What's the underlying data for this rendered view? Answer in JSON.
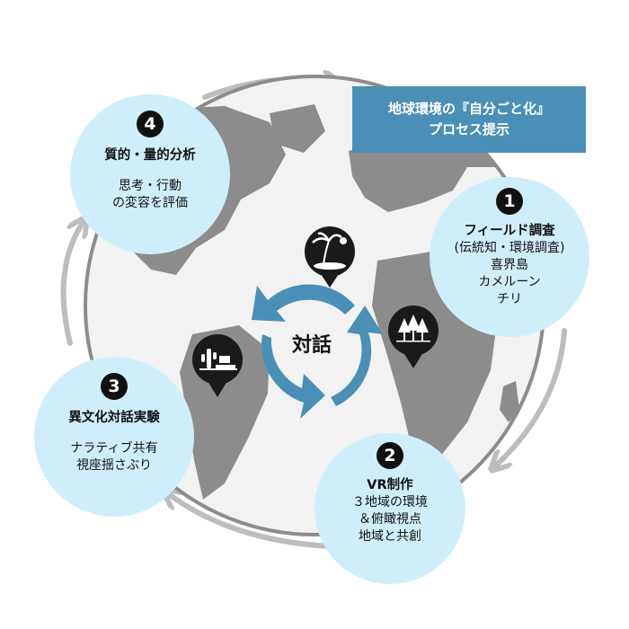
{
  "process_box": {
    "line1": "地球環境の『自分ごと化』",
    "line2": "プロセス提示"
  },
  "center_label": "対話",
  "steps": [
    {
      "number": "1",
      "title": "フィールド調査",
      "lines": [
        "(伝統知・環境調査)",
        "喜界島",
        "カメルーン",
        "チリ"
      ]
    },
    {
      "number": "2",
      "title": "VR制作",
      "lines": [
        "３地域の環境",
        "＆俯瞰視点",
        "地域と共創"
      ]
    },
    {
      "number": "3",
      "title": "異文化対話実験",
      "lines": [
        "ナラティブ共有",
        "視座揺さぶり"
      ]
    },
    {
      "number": "4",
      "title": "質的・量的分析",
      "lines": [
        "思考・行動",
        "の変容を評価"
      ]
    }
  ],
  "colors": {
    "step_circle": "#cfeefb",
    "process_box": "#4a90b6",
    "center_cycle_arrows": "#4a90b6",
    "globe_land": "#8c8c8c",
    "globe_ocean": "#f2f2f2",
    "outer_arrows": "#bdbdbd",
    "pin": "#1a1a1a"
  },
  "icons": [
    "palm-island-icon",
    "forest-trees-icon",
    "desert-cactus-icon"
  ]
}
